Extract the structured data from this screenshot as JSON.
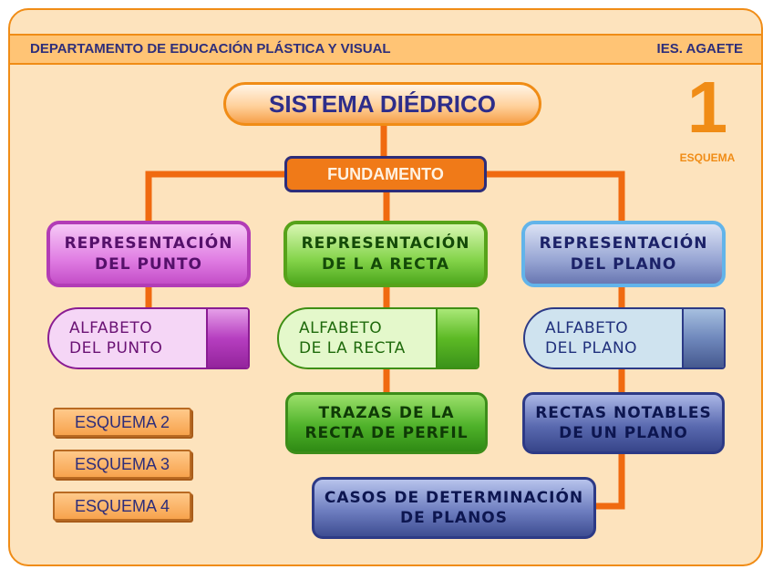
{
  "header": {
    "department": "DEPARTAMENTO DE EDUCACIÓN PLÁSTICA Y VISUAL",
    "school": "IES.  AGAETE"
  },
  "title": "SISTEMA DIÉDRICO",
  "fundamento": "FUNDAMENTO",
  "scheme": {
    "number": "1",
    "label": "ESQUEMA"
  },
  "columns": {
    "punto": {
      "rep_line1": "REPRESENTACIÓN",
      "rep_line2": "DEL PUNTO",
      "alpha_line1": "ALFABETO",
      "alpha_line2": "DEL PUNTO"
    },
    "recta": {
      "rep_line1": "REPRESENTACIÓN",
      "rep_line2": "DE L A RECTA",
      "alpha_line1": "ALFABETO",
      "alpha_line2": "DE LA RECTA",
      "trazas_line1": "TRAZAS DE LA",
      "trazas_line2": "RECTA DE PERFIL"
    },
    "plano": {
      "rep_line1": "REPRESENTACIÓN",
      "rep_line2": "DEL PLANO",
      "alpha_line1": "ALFABETO",
      "alpha_line2": "DEL PLANO",
      "rectas_line1": "RECTAS NOTABLES",
      "rectas_line2": "DE UN PLANO"
    }
  },
  "casos": {
    "line1": "CASOS DE DETERMINACIÓN",
    "line2": "DE PLANOS"
  },
  "buttons": {
    "esquema2": "ESQUEMA 2",
    "esquema3": "ESQUEMA 3",
    "esquema4": "ESQUEMA 4"
  },
  "colors": {
    "accent": "#f08c16",
    "navy": "#2d2d7a",
    "background": "#fde3bd"
  }
}
